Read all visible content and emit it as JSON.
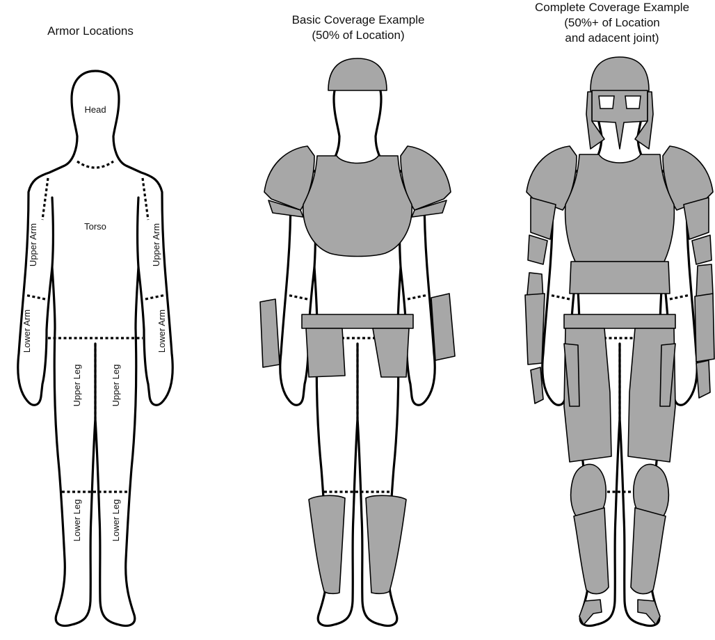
{
  "figures": {
    "armor_locations": {
      "title_lines": [
        "Armor Locations"
      ],
      "labels": {
        "head": "Head",
        "torso": "Torso",
        "upper_arm_left": "Upper Arm",
        "upper_arm_right": "Upper Arm",
        "lower_arm_left": "Lower Arm",
        "lower_arm_right": "Lower Arm",
        "upper_leg_left": "Upper Leg",
        "upper_leg_right": "Upper Leg",
        "lower_leg_left": "Lower Leg",
        "lower_leg_right": "Lower Leg"
      }
    },
    "basic_coverage": {
      "title_lines": [
        "Basic Coverage Example",
        "(50% of Location)"
      ]
    },
    "complete_coverage": {
      "title_lines": [
        "Complete Coverage Example",
        "(50%+ of Location",
        "and adacent joint)"
      ]
    }
  },
  "colors": {
    "outline": "#000000",
    "armor_fill": "#a7a7a7",
    "background": "#ffffff"
  }
}
